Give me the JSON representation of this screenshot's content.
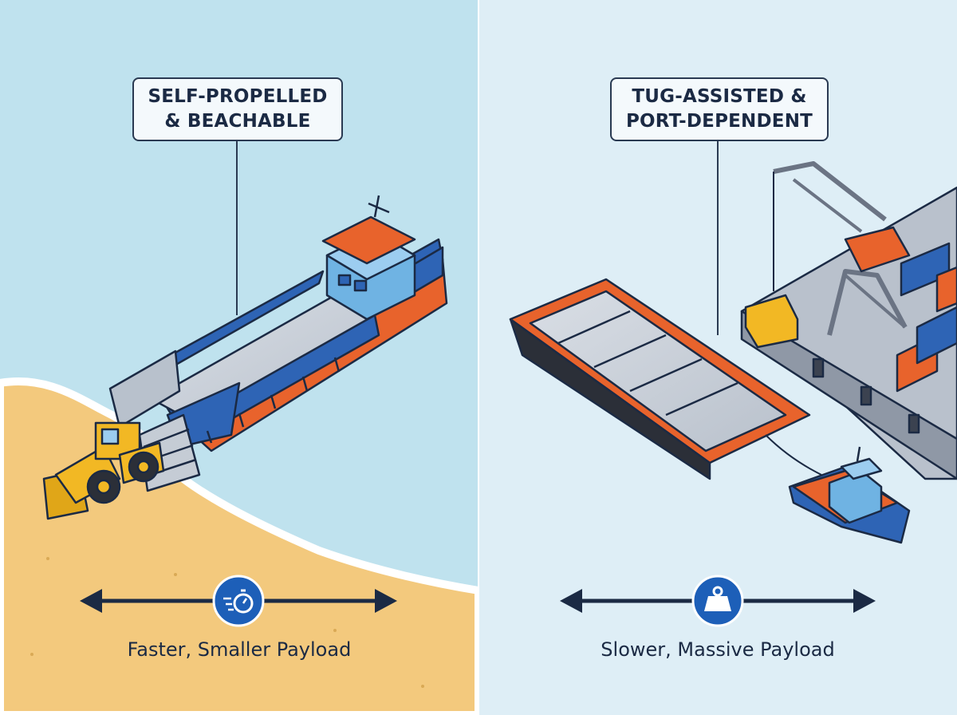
{
  "left_panel": {
    "label_line1": "SELF-PROPELLED",
    "label_line2": "& BEACHABLE",
    "icon": "stopwatch-icon",
    "caption": "Faster, Smaller Payload"
  },
  "right_panel": {
    "label_line1": "TUG-ASSISTED &",
    "label_line2": "PORT-DEPENDENT",
    "icon": "weight-icon",
    "caption": "Slower, Massive Payload"
  },
  "colors": {
    "left_water": "#bfe2ee",
    "right_water": "#deeef6",
    "sand": "#f3c97d",
    "hull_blue": "#2e64b5",
    "hull_orange": "#e8632c",
    "navy": "#1b2a44",
    "loader_yellow": "#f2b824"
  }
}
